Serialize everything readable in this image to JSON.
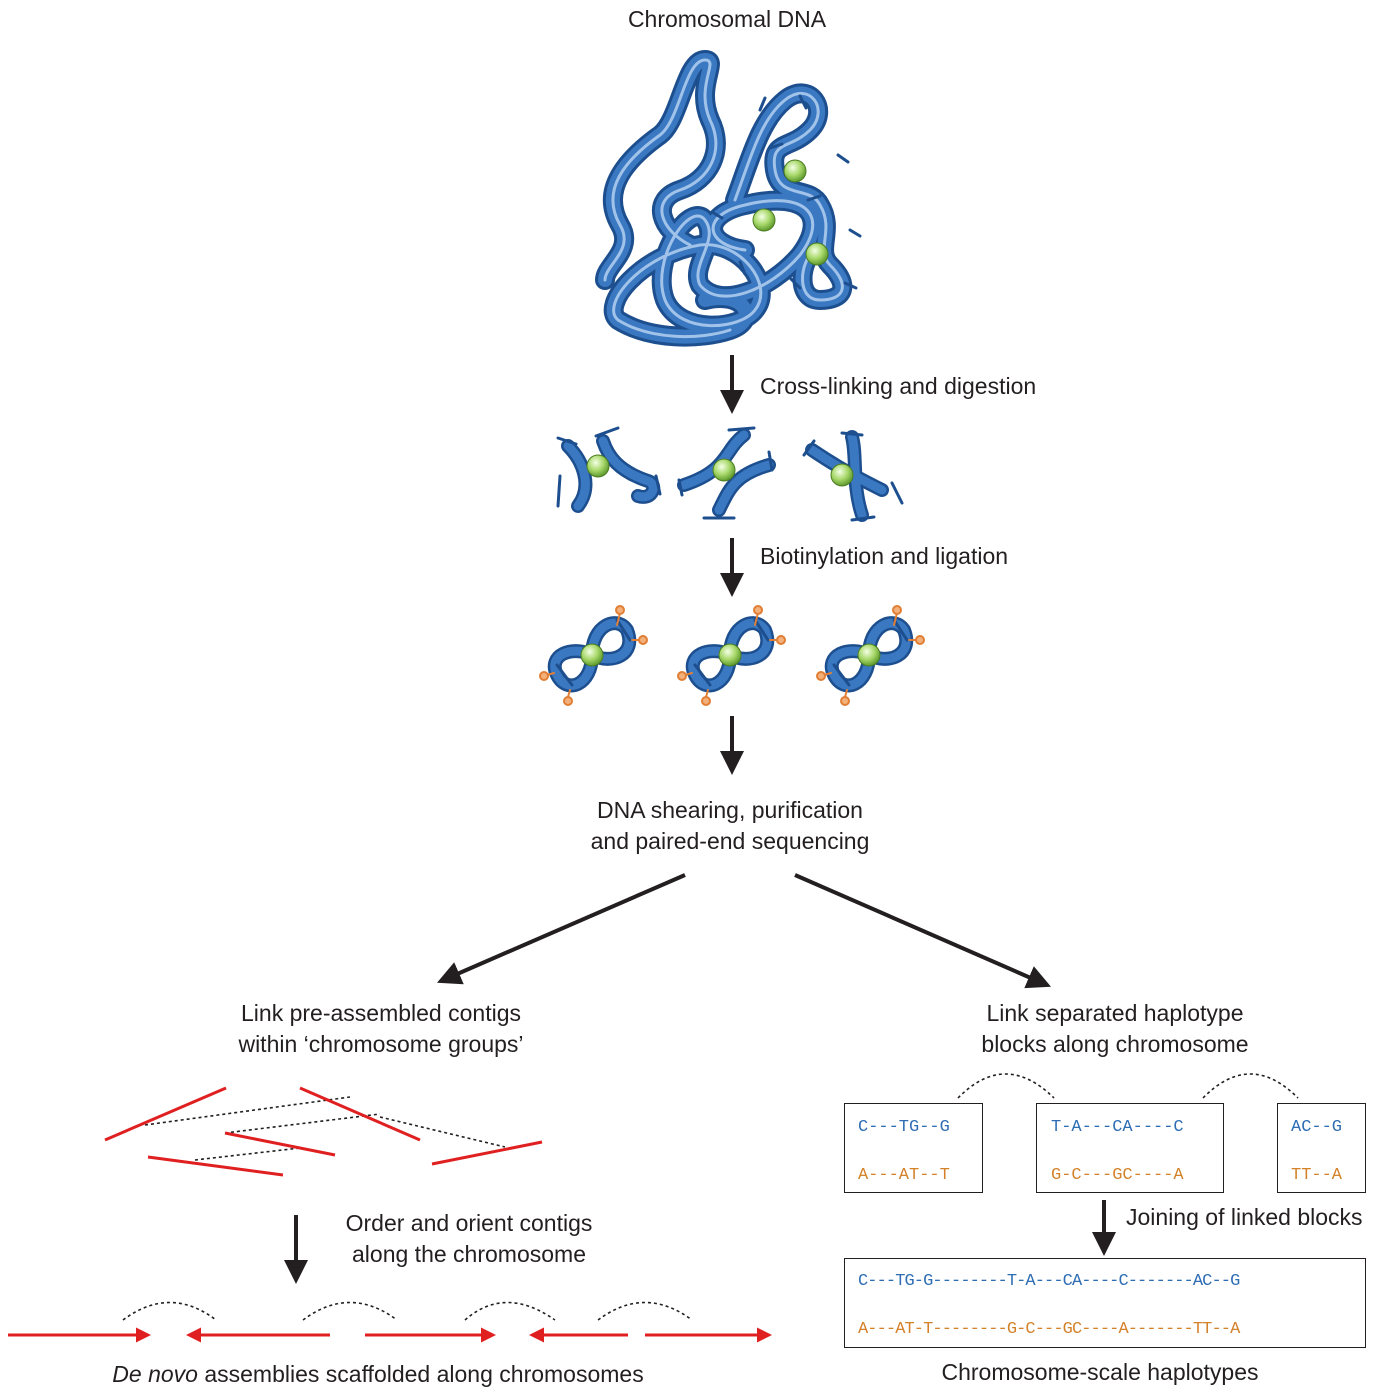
{
  "title": "Chromosomal DNA",
  "steps": {
    "crosslink": "Cross-linking and digestion",
    "biotin": "Biotinylation and ligation",
    "shearing_line1": "DNA shearing, purification",
    "shearing_line2": "and paired-end sequencing"
  },
  "left_branch": {
    "heading_line1": "Link pre-assembled contigs",
    "heading_line2": "within ‘chromosome groups’",
    "order_line1": "Order and orient contigs",
    "order_line2": "along the chromosome",
    "caption_italic": "De novo",
    "caption_rest": " assemblies scaffolded along chromosomes"
  },
  "right_branch": {
    "heading_line1": "Link separated haplotype",
    "heading_line2": "blocks along chromosome",
    "blocks": [
      {
        "top": "C---TG--G",
        "bottom": "A---AT--T"
      },
      {
        "top": "T-A---CA----C",
        "bottom": "G-C---GC----A"
      },
      {
        "top": "AC--G",
        "bottom": "TT--A"
      }
    ],
    "join_label": "Joining of linked blocks",
    "joined_top": "C---TG-G--------T-A---CA----C-------AC--G",
    "joined_bottom": "A---AT-T--------G-C---GC----A-------TT--A",
    "caption": "Chromosome-scale haplotypes"
  },
  "colors": {
    "dna_blue": "#3a78c2",
    "dna_dark": "#1d4f8f",
    "bead_green": "#a8d86a",
    "biotin_orange": "#e07f35",
    "contig_red": "#e02020",
    "hap_blue": "#2e6db4",
    "hap_orange": "#d4822a",
    "arrow": "#231f20"
  }
}
